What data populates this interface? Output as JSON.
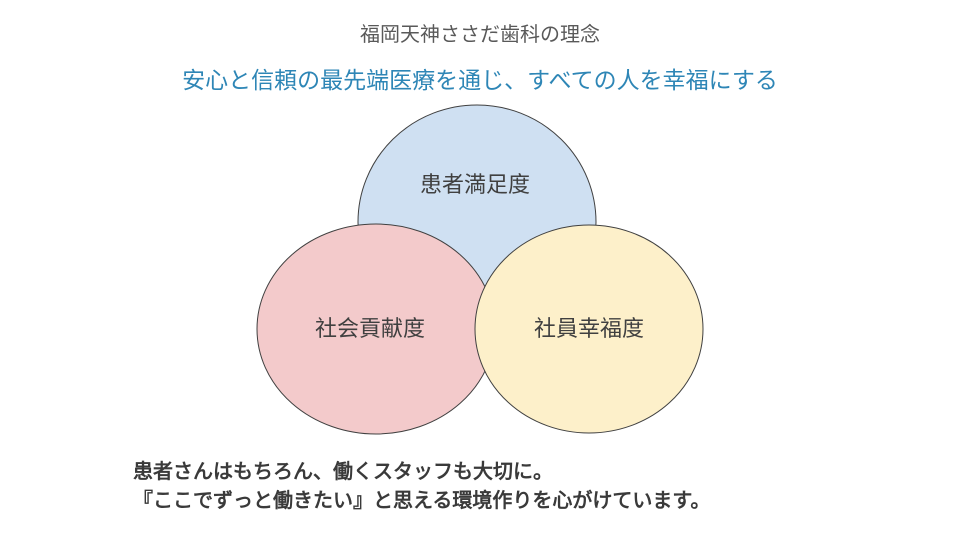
{
  "title": "福岡天神ささだ歯科の理念",
  "subtitle": "安心と信頼の最先端医療を通じ、すべての人を幸福にする",
  "venn": {
    "circles": [
      {
        "label": "患者満足度",
        "color": "#cfe0f2"
      },
      {
        "label": "社会貢献度",
        "color": "#f3cacb"
      },
      {
        "label": "社員幸福度",
        "color": "#fdf0ca"
      }
    ],
    "outline_color": "#404040"
  },
  "message": {
    "line1": "患者さんはもちろん、働くスタッフも大切に。",
    "line2": "『ここでずっと働きたい』と思える環境作りを心がけています。"
  }
}
